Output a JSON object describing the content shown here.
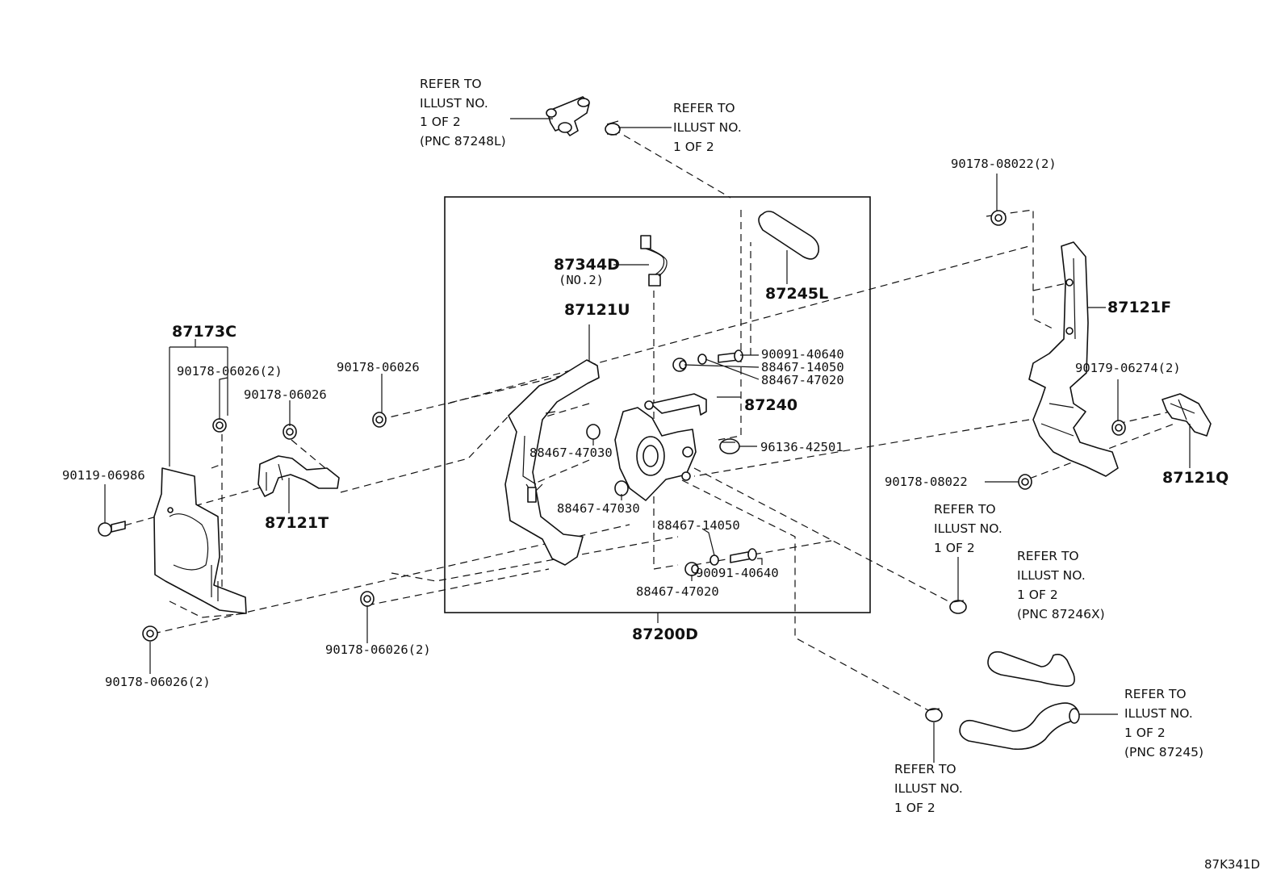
{
  "diagram": {
    "code": "87K341D",
    "labels": {
      "p87344D": "87344D",
      "p87344D_sub": "(NO.2)",
      "p87245L": "87245L",
      "p87121U": "87121U",
      "p87121F": "87121F",
      "p87121Q": "87121Q",
      "p87121T": "87121T",
      "p87173C": "87173C",
      "p87240": "87240",
      "p87200D": "87200D",
      "n90178_08022_2": "90178-08022(2)",
      "n90179_06274_2": "90179-06274(2)",
      "n90178_08022": "90178-08022",
      "n90091_40640_a": "90091-40640",
      "n88467_14050_a": "88467-14050",
      "n88467_47020_a": "88467-47020",
      "n96136_42501": "96136-42501",
      "n88467_47030_a": "88467-47030",
      "n88467_47030_b": "88467-47030",
      "n88467_14050_b": "88467-14050",
      "n90091_40640_b": "90091-40640",
      "n88467_47020_b": "88467-47020",
      "n90178_06026": "90178-06026",
      "n90178_06026_2_a": "90178-06026(2)",
      "n90178_06026_b": "90178-06026",
      "n90119_06986": "90119-06986",
      "n90178_06026_2_b": "90178-06026(2)",
      "n90178_06026_2_c": "90178-06026(2)"
    },
    "refs": {
      "r1": [
        "REFER TO",
        "ILLUST NO.",
        "1 OF 2",
        "(PNC 87248L)"
      ],
      "r2": [
        "REFER TO",
        "ILLUST NO.",
        "1 OF 2"
      ],
      "r3": [
        "REFER TO",
        "ILLUST NO.",
        "1 OF 2"
      ],
      "r4": [
        "REFER TO",
        "ILLUST NO.",
        "1 OF 2",
        "(PNC 87246X)"
      ],
      "r5": [
        "REFER TO",
        "ILLUST NO.",
        "1 OF 2",
        "(PNC 87245)"
      ],
      "r6": [
        "REFER TO",
        "ILLUST NO.",
        "1 OF 2"
      ]
    }
  }
}
